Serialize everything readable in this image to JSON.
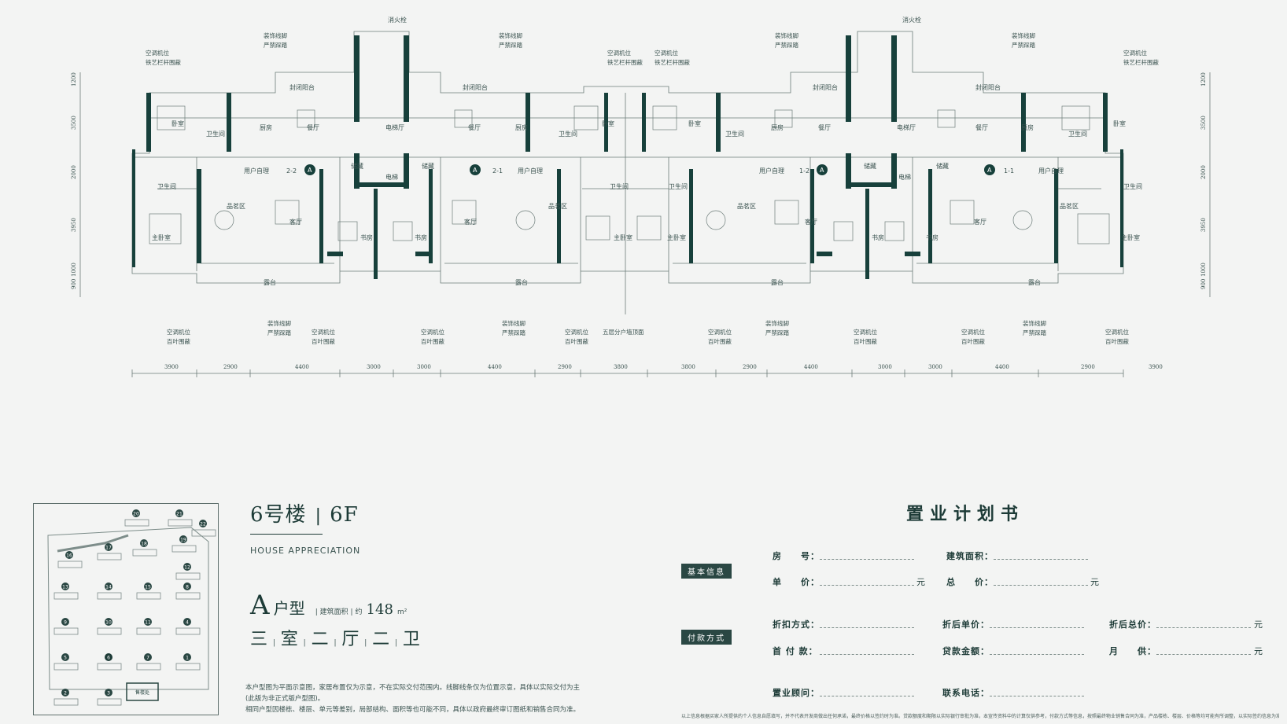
{
  "plan": {
    "labels": {
      "fire_hydrant": "消火栓",
      "decor_line": "装饰线脚",
      "no_step": "严禁踩踏",
      "ac_unit": "空调机位",
      "iron_rail": "铁艺栏杆围蔽",
      "louver": "百叶围蔽",
      "closed_balcony": "封闭阳台",
      "bedroom": "卧室",
      "kitchen": "厨房",
      "dining": "餐厅",
      "bathroom": "卫生间",
      "master_bedroom": "主卧室",
      "tea_area": "品茗区",
      "living": "客厅",
      "study": "书房",
      "terrace": "露台",
      "elevator_hall": "电梯厅",
      "elevator": "电梯",
      "storage": "储藏",
      "owner_self_own": "用户自理",
      "fifth_floor_roof": "五层分户墙顶面",
      "unit_2_2": "2-2",
      "unit_2_1": "2-1",
      "unit_1_2": "1-2",
      "unit_1_1": "1-1",
      "type_badge": "A"
    },
    "dims_bottom": [
      "3900",
      "2900",
      "4400",
      "3000",
      "3000",
      "4400",
      "2900",
      "3800",
      "3800",
      "2900",
      "4400",
      "3000",
      "3000",
      "4400",
      "2900",
      "3900"
    ],
    "dims_side": [
      "1200",
      "3500",
      "2000",
      "3950",
      "1000",
      "900"
    ]
  },
  "title": {
    "building": "6号楼",
    "floor": "6F",
    "subtitle": "HOUSE APPRECIATION",
    "type_letter": "A",
    "type_word": "户型",
    "area_label": "建筑面积",
    "area_prefix": "约",
    "area_value": "148",
    "area_unit": "m²",
    "rooms": [
      "三",
      "室",
      "二",
      "厅",
      "二",
      "卫"
    ]
  },
  "notes": [
    "本户型图为平面示意图，家居布置仅为示意，不在实际交付范围内。线脚线条仅为位置示意，具体以实际交付为主",
    "(此版为非正式版户型图)。",
    "相同户型因楼栋、楼层、单元等差别，局部结构、面积等也可能不同，具体以政府最终审订图纸和销售合同为准。"
  ],
  "sitemap": {
    "numbers": [
      "20",
      "21",
      "22",
      "19",
      "18",
      "17",
      "16",
      "12",
      "13",
      "14",
      "15",
      "8",
      "9",
      "10",
      "11",
      "4",
      "5",
      "6",
      "7",
      "1",
      "2",
      "3"
    ],
    "entrance_label": "售楼处"
  },
  "form": {
    "title": "置业计划书",
    "basic_tag": "基本信息",
    "payment_tag": "付款方式",
    "room_no": "房　　号",
    "built_area": "建筑面积",
    "unit_price": "单　　价",
    "total_price": "总　　价",
    "yuan": "元",
    "discount_method": "折扣方式",
    "discounted_unit": "折后单价",
    "discounted_total": "折后总价",
    "down_payment": "首 付 款",
    "loan_amount": "贷款金额",
    "monthly": "月　　供",
    "advisor": "置业顾问",
    "phone": "联系电话",
    "disclaimer": "以上信息根据买家人所提供的个人信息自愿填写，并不代表开发商做出任何承诺，最终价格以签约时为准。贷款额度和期限以实际银行审批为准，本宣传资料中的计算仅供参考，付款方式等信息，按照最终物业销售合同为准，产品楼栋、楼层、价格等均可能有所调整，以实际签约信息为准。"
  },
  "colors": {
    "wall": "#17403b",
    "line": "#6c7c79",
    "bg": "#f3f4f3",
    "accent": "#2a4743"
  }
}
